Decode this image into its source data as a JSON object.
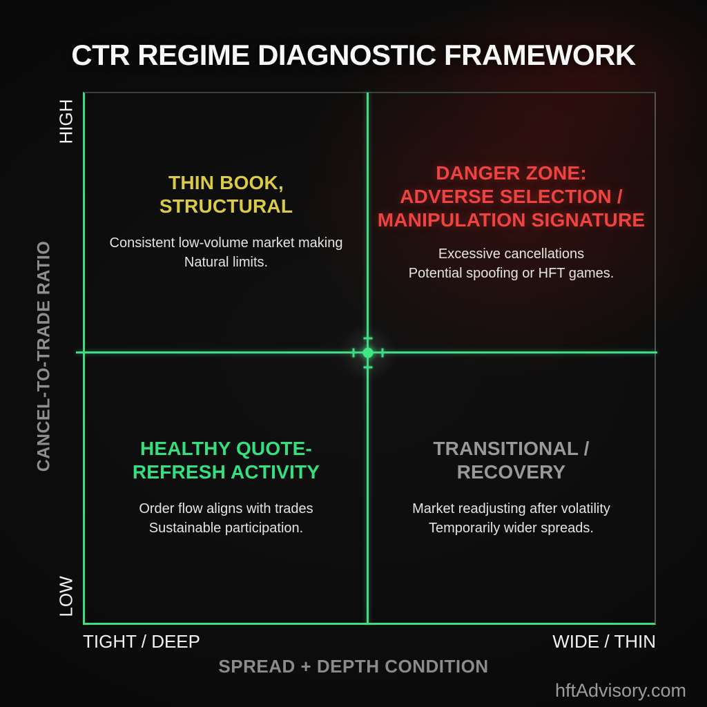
{
  "title": "CTR REGIME DIAGNOSTIC FRAMEWORK",
  "watermark": "hftAdvisory.com",
  "axes": {
    "y": {
      "label": "CANCEL-TO-TRADE RATIO",
      "top": "HIGH",
      "bottom": "LOW"
    },
    "x": {
      "label": "SPREAD + DEPTH CONDITION",
      "left": "TIGHT / DEEP",
      "right": "WIDE / THIN"
    }
  },
  "quadrants": {
    "top_left": {
      "heading_lines": [
        "THIN BOOK,",
        "STRUCTURAL"
      ],
      "body_lines": [
        "Consistent low-volume market making",
        "Natural limits."
      ],
      "heading_color": "#d9cb45"
    },
    "top_right": {
      "heading_lines": [
        "DANGER ZONE:",
        "ADVERSE SELECTION /",
        "MANIPULATION SIGNATURE"
      ],
      "body_lines": [
        "Excessive cancellations",
        "Potential spoofing or HFT games."
      ],
      "heading_color": "#ee4341"
    },
    "bottom_left": {
      "heading_lines": [
        "HEALTHY QUOTE-",
        "REFRESH ACTIVITY"
      ],
      "body_lines": [
        "Order flow aligns with trades",
        "Sustainable participation."
      ],
      "heading_color": "#35df7f"
    },
    "bottom_right": {
      "heading_lines": [
        "TRANSITIONAL /",
        "RECOVERY"
      ],
      "body_lines": [
        "Market readjusting after volatility",
        "Temporarily wider spreads."
      ],
      "heading_color": "#999999"
    }
  },
  "colors": {
    "accent_green": "#3edc84",
    "danger_red": "#ee4341",
    "caution_yellow": "#d9cb45",
    "neutral_gray": "#999999",
    "body_text": "#e6e4e1",
    "background": "#0a0a0a"
  }
}
